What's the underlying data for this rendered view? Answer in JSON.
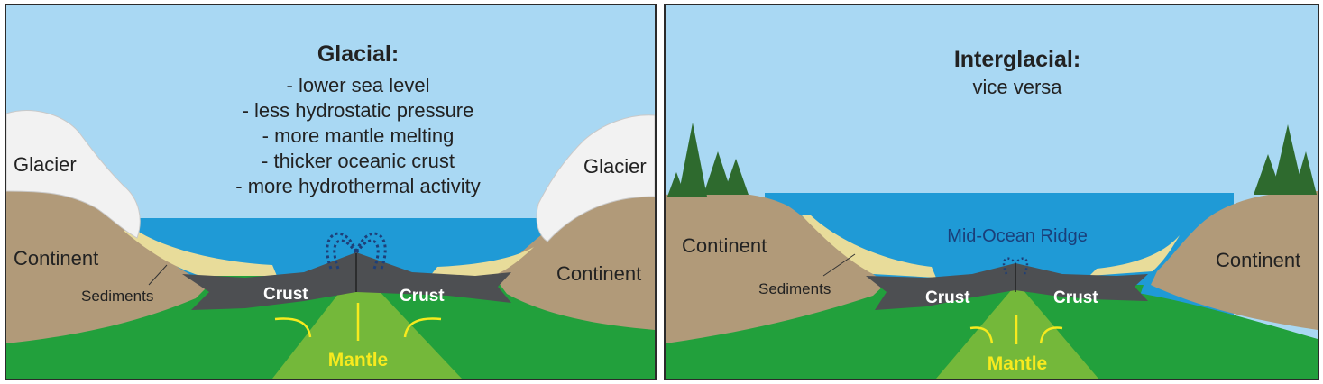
{
  "left_panel": {
    "title": "Glacial:",
    "bullets": [
      "- lower sea level",
      "- less hydrostatic pressure",
      "- more mantle melting",
      "- thicker oceanic crust",
      "- more hydrothermal activity"
    ],
    "glacier_left": "Glacier",
    "glacier_right": "Glacier",
    "continent_left": "Continent",
    "continent_right": "Continent",
    "sediments": "Sediments",
    "crust_left": "Crust",
    "crust_right": "Crust",
    "mantle": "Mantle"
  },
  "right_panel": {
    "title": "Interglacial:",
    "subtitle": "vice versa",
    "ridge": "Mid-Ocean Ridge",
    "continent_left": "Continent",
    "continent_right": "Continent",
    "sediments": "Sediments",
    "crust_left": "Crust",
    "crust_right": "Crust",
    "mantle": "Mantle"
  },
  "colors": {
    "sky": "#a9d8f3",
    "ocean": "#1f9ad6",
    "continent": "#b19a79",
    "mantle_green": "#22a03c",
    "mantle_light": "#74b83a",
    "crust": "#4d4f52",
    "sediment": "#e8dc9a",
    "glacier": "#f2f2f2",
    "tree": "#2e6a2e",
    "yellow": "#f7ea1e"
  }
}
